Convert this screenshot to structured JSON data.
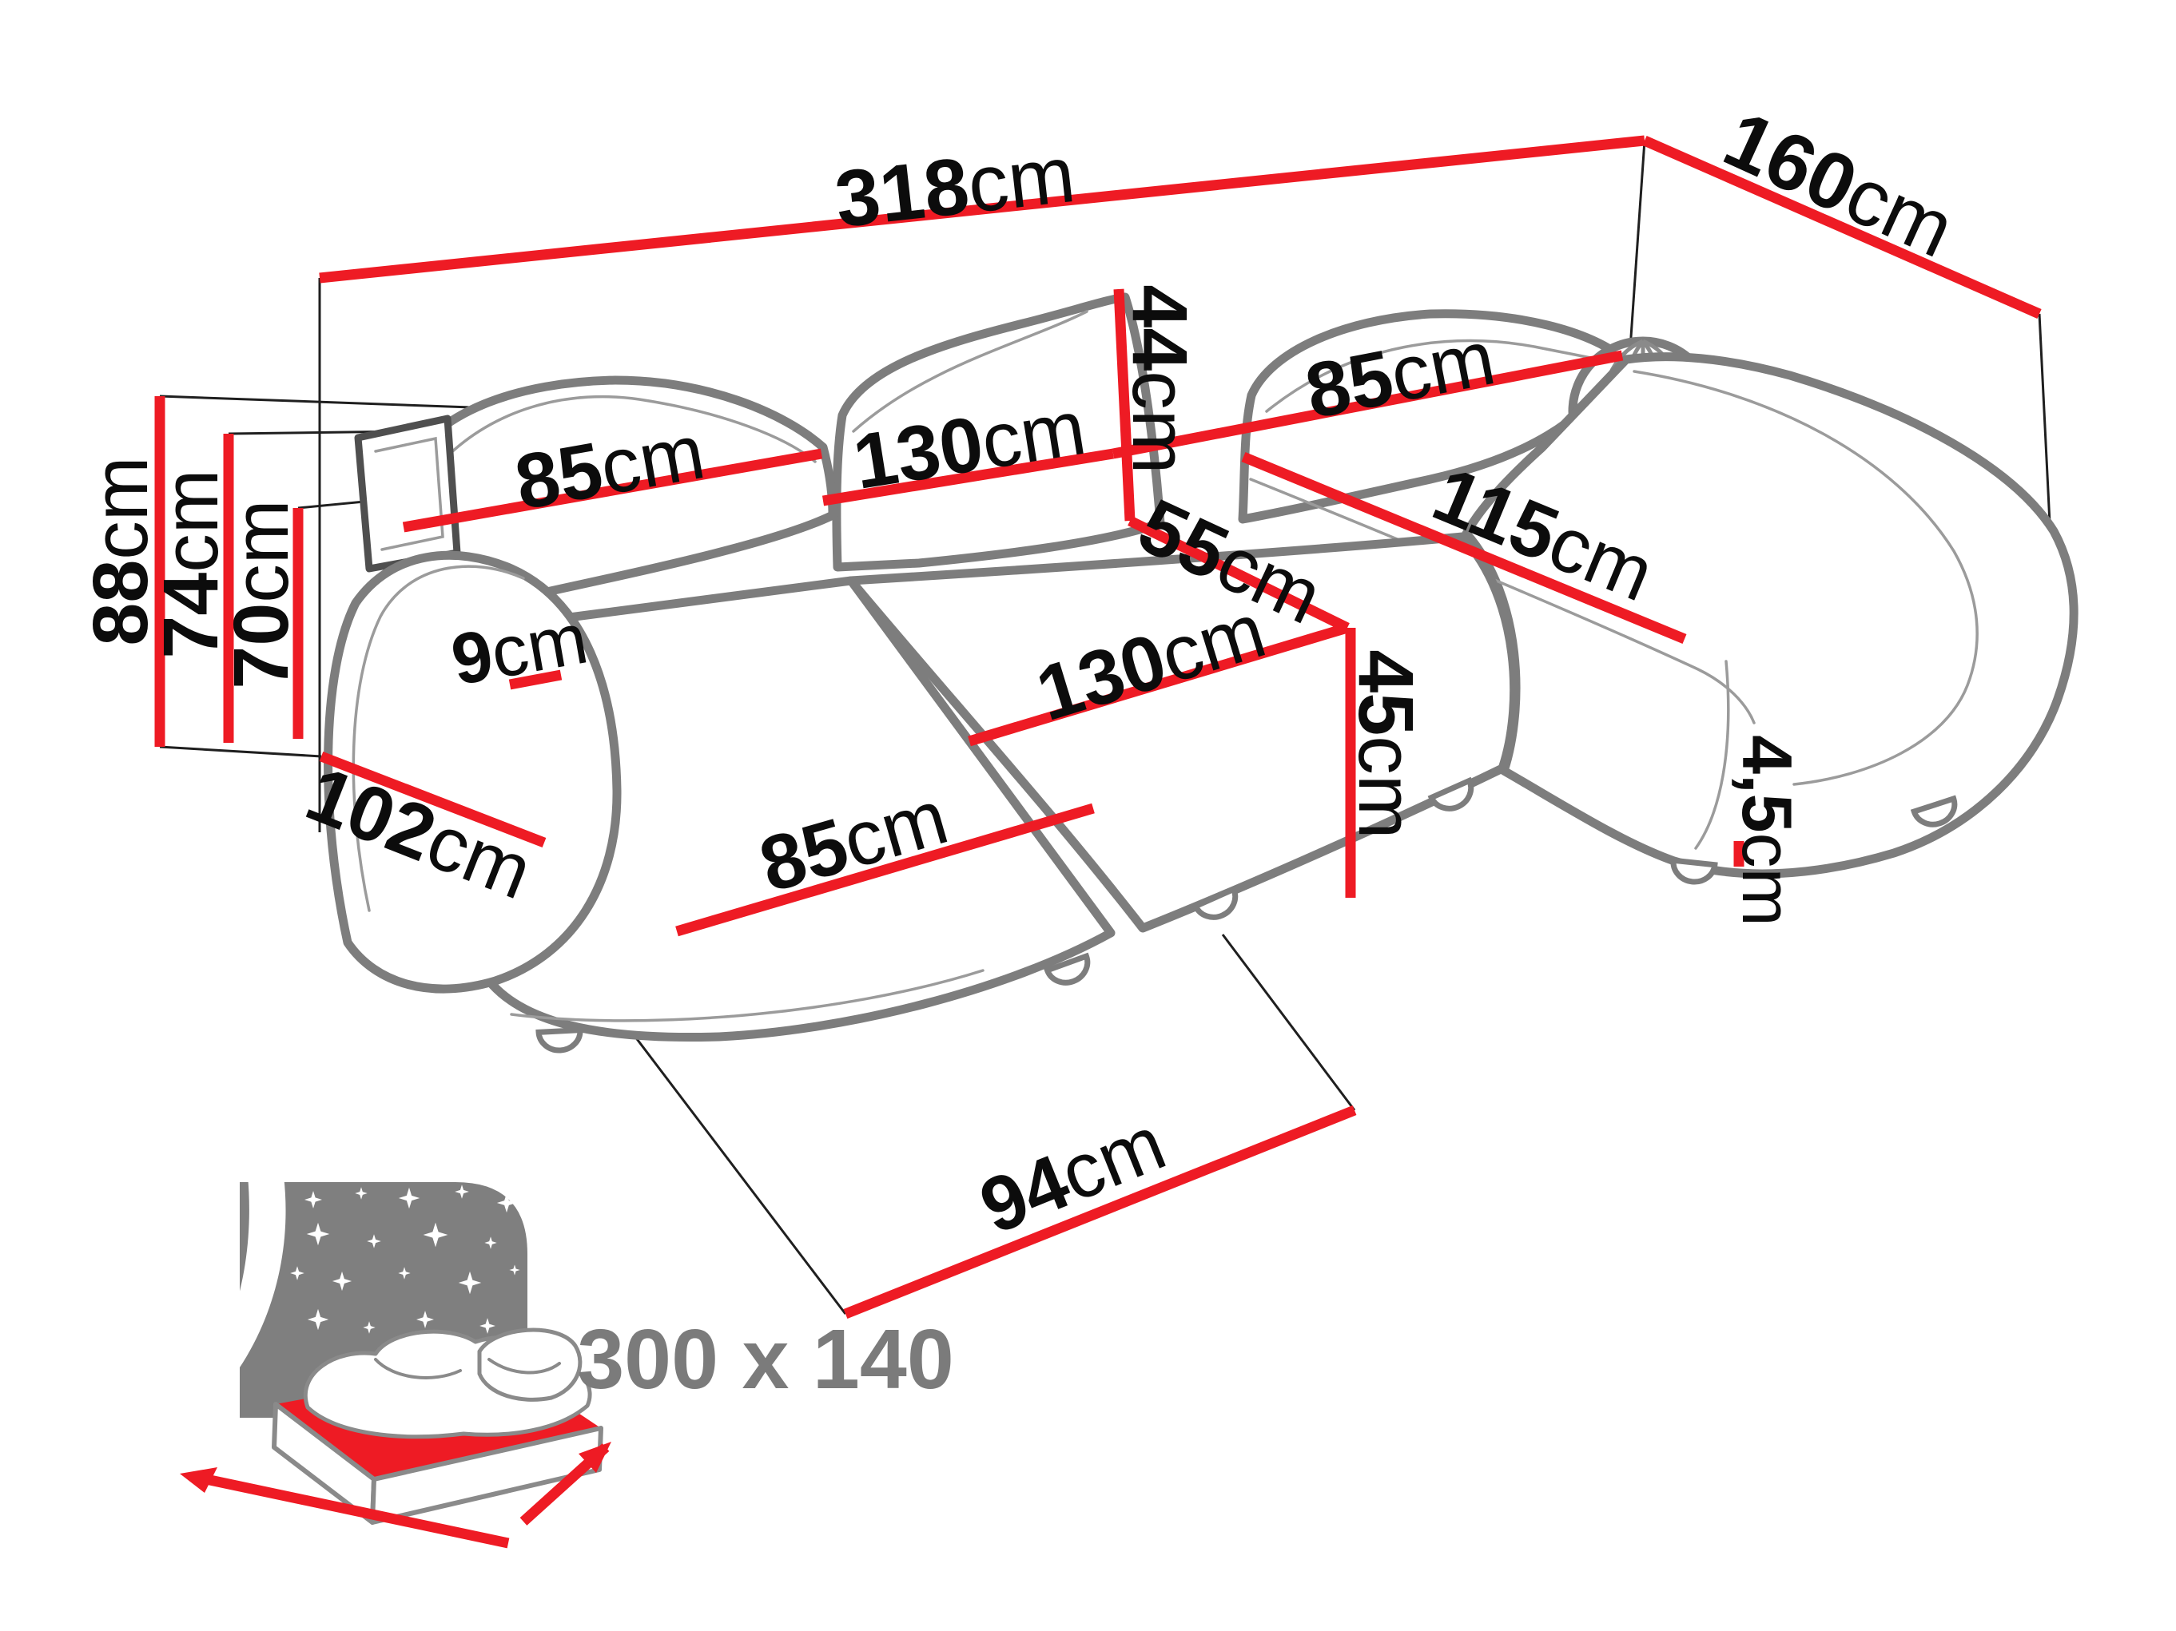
{
  "diagram": {
    "type": "furniture-dimension-diagram",
    "product": "u-shaped-sectional-sofa",
    "unit": "cm",
    "colors": {
      "dimension_line": "#ee1b24",
      "sofa_outline": "#7d7d7d",
      "label_text": "#0c0c0c",
      "sleeping_label": "#7b7b7b"
    }
  },
  "dims": {
    "total_width": {
      "value": "318",
      "unit": "cm"
    },
    "total_depth": {
      "value": "160",
      "unit": "cm"
    },
    "height_total": {
      "value": "88",
      "unit": "cm"
    },
    "height_backrest": {
      "value": "74",
      "unit": "cm"
    },
    "height_armrest": {
      "value": "70",
      "unit": "cm"
    },
    "depth_left_side": {
      "value": "102",
      "unit": "cm"
    },
    "backrest_left": {
      "value": "85",
      "unit": "cm"
    },
    "backrest_middle": {
      "value": "130",
      "unit": "cm"
    },
    "backrest_right": {
      "value": "85",
      "unit": "cm"
    },
    "backrest_height": {
      "value": "44",
      "unit": "cm"
    },
    "seat_middle_depth": {
      "value": "55",
      "unit": "cm"
    },
    "chaise_right": {
      "value": "115",
      "unit": "cm"
    },
    "seat_middle": {
      "value": "130",
      "unit": "cm"
    },
    "seat_height": {
      "value": "45",
      "unit": "cm"
    },
    "seat_left": {
      "value": "85",
      "unit": "cm"
    },
    "armrest_width": {
      "value": "9",
      "unit": "cm"
    },
    "seat_front": {
      "value": "94",
      "unit": "cm"
    },
    "leg_height": {
      "value": "4,5",
      "unit": "cm"
    }
  },
  "sleeping_area": {
    "size": "300 x 140"
  }
}
